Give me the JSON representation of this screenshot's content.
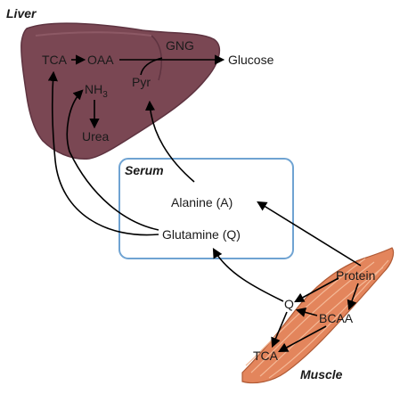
{
  "labels": {
    "liver": "Liver",
    "tca_liver": "TCA",
    "oaa": "OAA",
    "gng": "GNG",
    "glucose": "Glucose",
    "nh3_base": "NH",
    "nh3_sub": "3",
    "pyr": "Pyr",
    "urea": "Urea",
    "serum": "Serum",
    "alanine": "Alanine (A)",
    "glutamine": "Glutamine (Q)",
    "protein": "Protein",
    "q": "Q",
    "bcaa": "BCAA",
    "tca_muscle": "TCA",
    "muscle": "Muscle"
  },
  "colors": {
    "liver_fill": "#7a4753",
    "liver_dark": "#5e3340",
    "serum_border": "#6fa3d2",
    "muscle_fill": "#e3855c",
    "muscle_stripe": "#f4b896",
    "arrow": "#000000"
  }
}
